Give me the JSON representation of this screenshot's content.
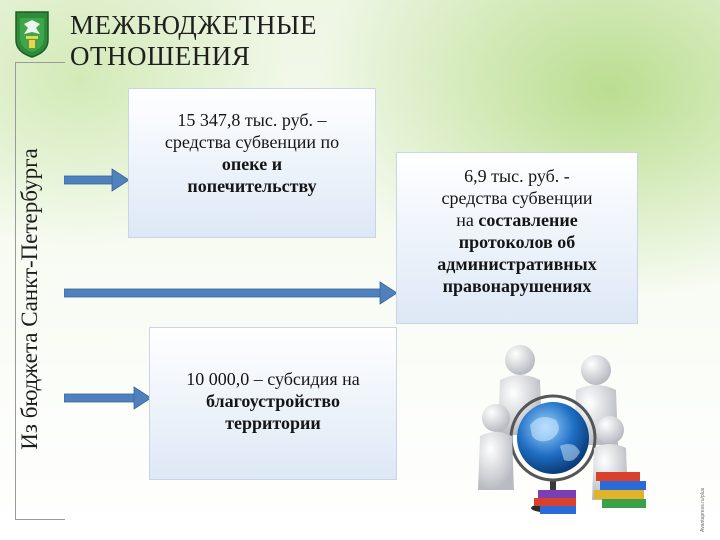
{
  "header": {
    "title_line1": "МЕЖБЮДЖЕТНЫЕ",
    "title_line2": "ОТНОШЕНИЯ"
  },
  "source_label": "Из бюджета Санкт-Петербурга",
  "boxes": {
    "subvention_guardianship": {
      "lead": "15 347,8 тыс. руб. –",
      "line2": "средства субвенции по",
      "bold1": "опеке и",
      "bold2": "попечительству"
    },
    "subvention_protocols": {
      "lead": "6,9 тыс. руб. -",
      "line2": "средства субвенции",
      "mixed_plain": "на ",
      "mixed_bold": "составление",
      "bold1": "протоколов об",
      "bold2": "административных",
      "bold3": "правонарушениях"
    },
    "subsidy_improvement": {
      "lead": "10 000,0 – субсидия на",
      "bold1": "благоустройство",
      "bold2": "территории"
    }
  },
  "credit": "Avantapress.ru/plus",
  "icons": {
    "logo": "coat-of-arms-icon",
    "illustration": "people-globe-books-icon"
  },
  "colors": {
    "arrow_fill": "#4f81bd",
    "box_top": "#ffffff",
    "box_bottom": "#dde8f6",
    "background_accent": "#8cc846"
  }
}
